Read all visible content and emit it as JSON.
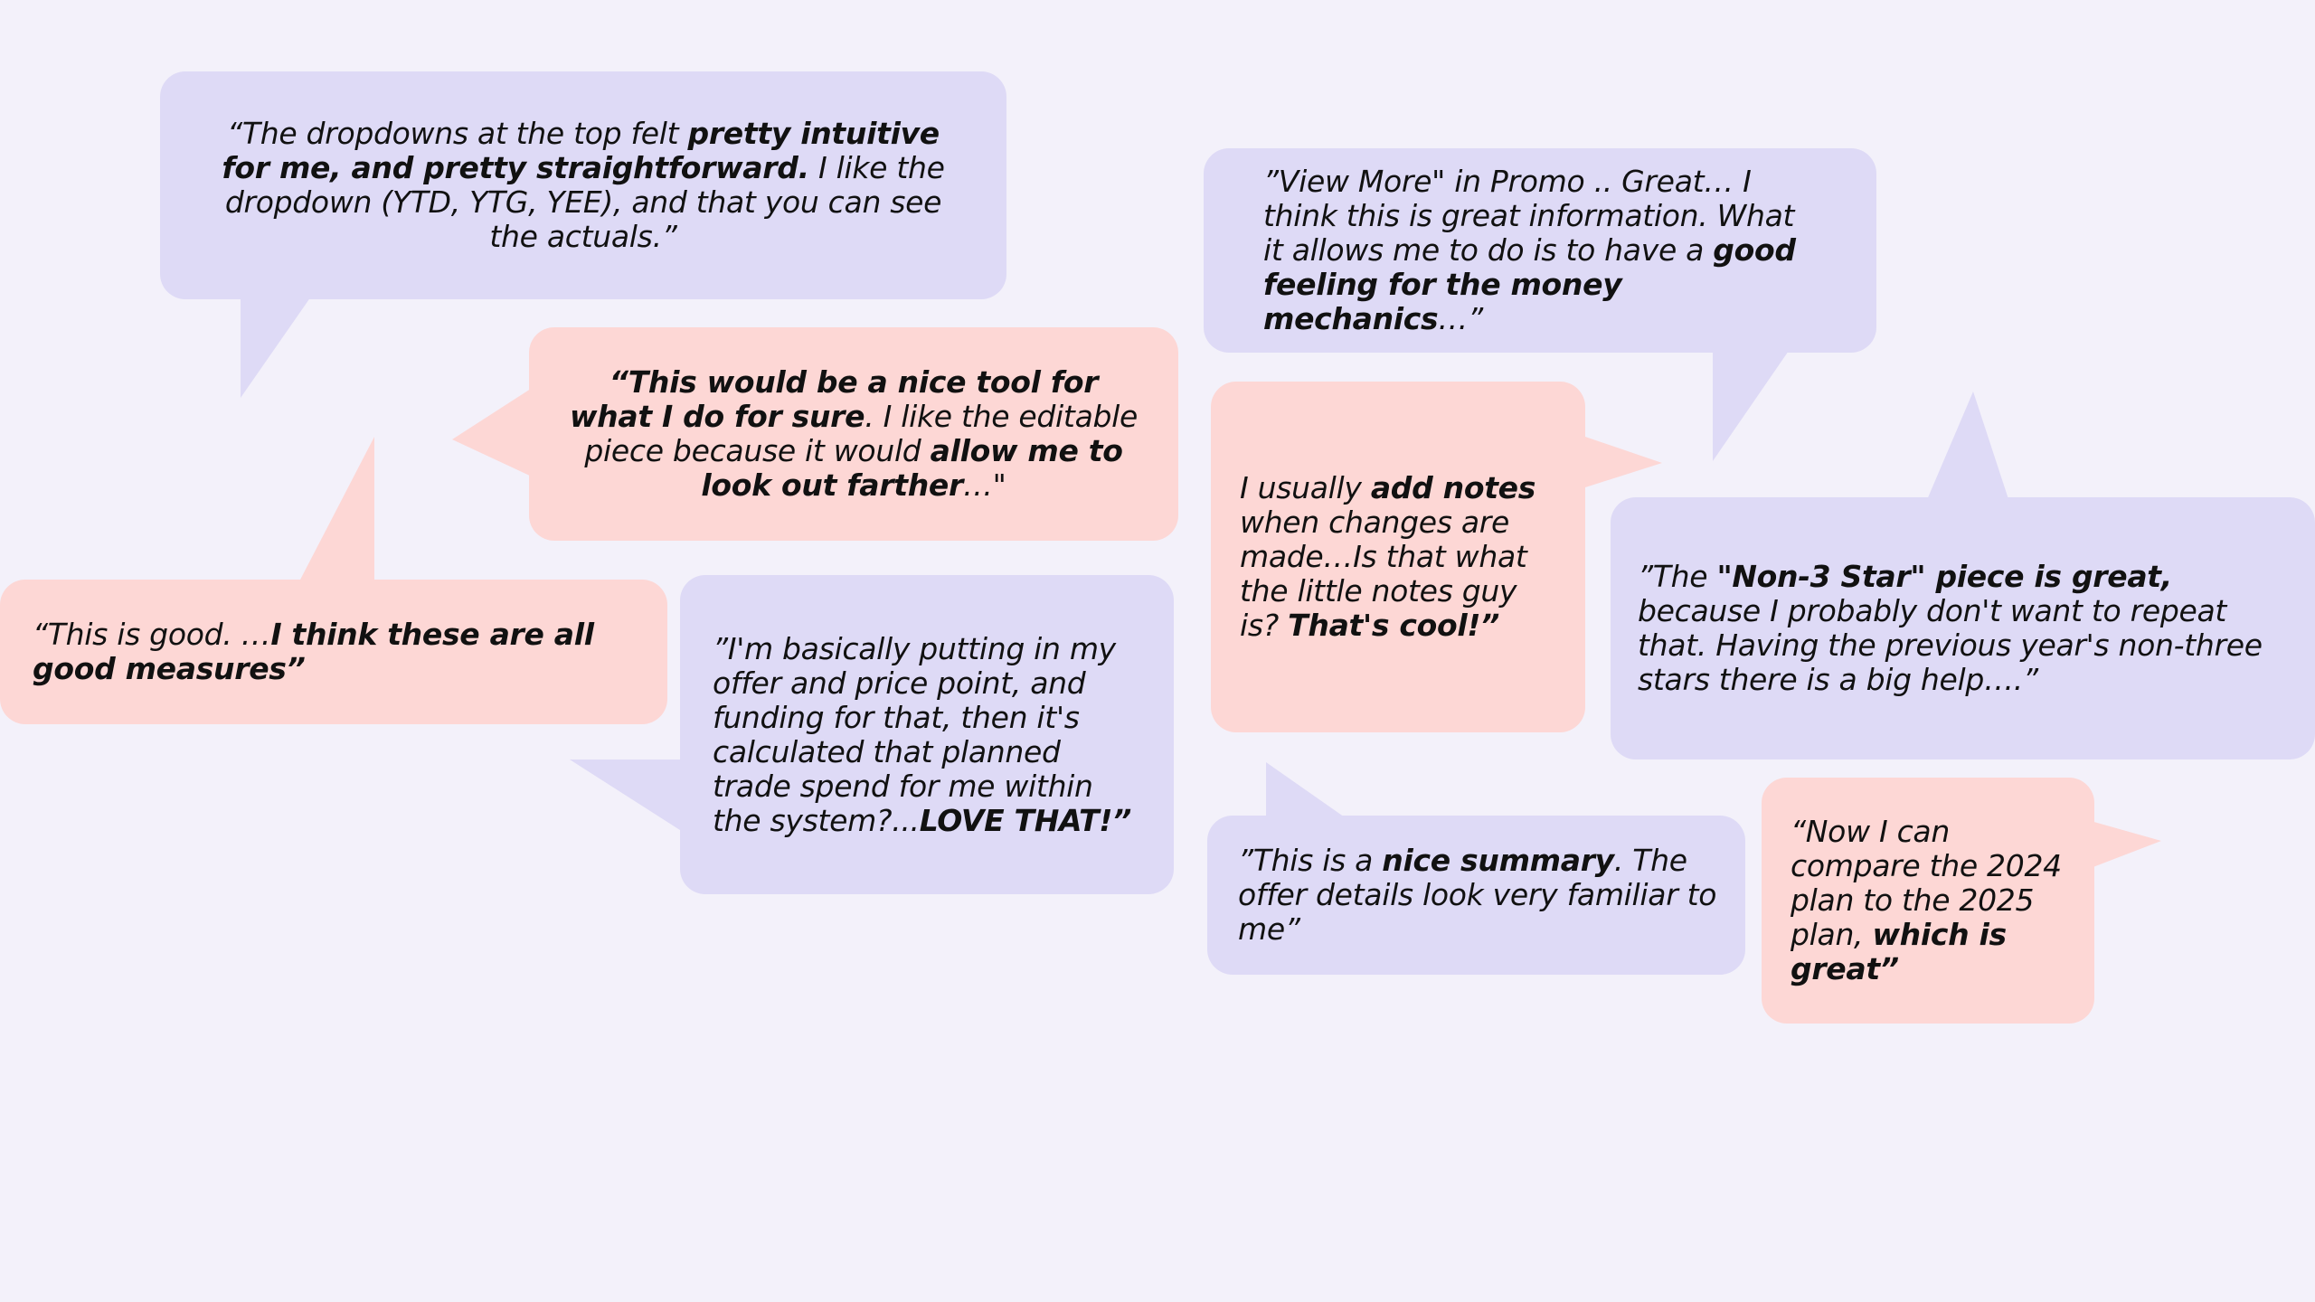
{
  "colors": {
    "background": "#f3f1fa",
    "purple_bubble": "#dedaf6",
    "pink_bubble": "#fdd7d5",
    "text": "#111111"
  },
  "quotes": [
    {
      "id": "dropdowns",
      "color": "purple",
      "segments": [
        {
          "text": "“The dropdowns at the top felt ",
          "bold": false
        },
        {
          "text": "pretty intuitive for me, and pretty straightforward.",
          "bold": true
        },
        {
          "text": " I like the dropdown (YTD, YTG, YEE), and that you can see the actuals.”",
          "bold": false
        }
      ]
    },
    {
      "id": "nice-tool",
      "color": "pink",
      "segments": [
        {
          "text": "“This would be a nice tool for what I do for sure",
          "bold": true
        },
        {
          "text": ". I like the editable piece because it would ",
          "bold": false
        },
        {
          "text": "allow me to look out farther",
          "bold": true
        },
        {
          "text": "…\"",
          "bold": false
        }
      ]
    },
    {
      "id": "all-good-measures",
      "color": "pink",
      "segments": [
        {
          "text": "“This is good. …",
          "bold": false
        },
        {
          "text": "I think these are all good measures”",
          "bold": true
        }
      ]
    },
    {
      "id": "offer-price-point",
      "color": "purple",
      "segments": [
        {
          "text": "”I'm basically putting in my offer and price point, and funding for that, then it's calculated that planned trade spend for me within the system?...",
          "bold": false
        },
        {
          "text": "LOVE THAT!”",
          "bold": true
        }
      ]
    },
    {
      "id": "view-more-promo",
      "color": "purple",
      "segments": [
        {
          "text": "”View More\" in Promo .. Great… I think this is great information. What it allows me to do is to have a ",
          "bold": false
        },
        {
          "text": "good feeling for the money mechanics",
          "bold": true
        },
        {
          "text": "…”",
          "bold": false
        }
      ]
    },
    {
      "id": "add-notes",
      "color": "pink",
      "segments": [
        {
          "text": "I usually ",
          "bold": false
        },
        {
          "text": "add notes",
          "bold": true
        },
        {
          "text": " when changes are made…Is that what the little notes guy is? ",
          "bold": false
        },
        {
          "text": "That's cool!”",
          "bold": true
        }
      ]
    },
    {
      "id": "non-3-star",
      "color": "purple",
      "segments": [
        {
          "text": "”The ",
          "bold": false
        },
        {
          "text": "\"Non-3 Star\" piece is great,",
          "bold": true
        },
        {
          "text": " because I probably don't want to repeat that. Having the previous year's non-three stars there is a big help….”",
          "bold": false
        }
      ]
    },
    {
      "id": "nice-summary",
      "color": "purple",
      "segments": [
        {
          "text": "”This is a ",
          "bold": false
        },
        {
          "text": "nice summary",
          "bold": true
        },
        {
          "text": ". The offer details look very familiar to me”",
          "bold": false
        }
      ]
    },
    {
      "id": "compare-plans",
      "color": "pink",
      "segments": [
        {
          "text": "“Now I can compare the 2024 plan to the 2025 plan, ",
          "bold": false
        },
        {
          "text": "which is great”",
          "bold": true
        }
      ]
    }
  ]
}
